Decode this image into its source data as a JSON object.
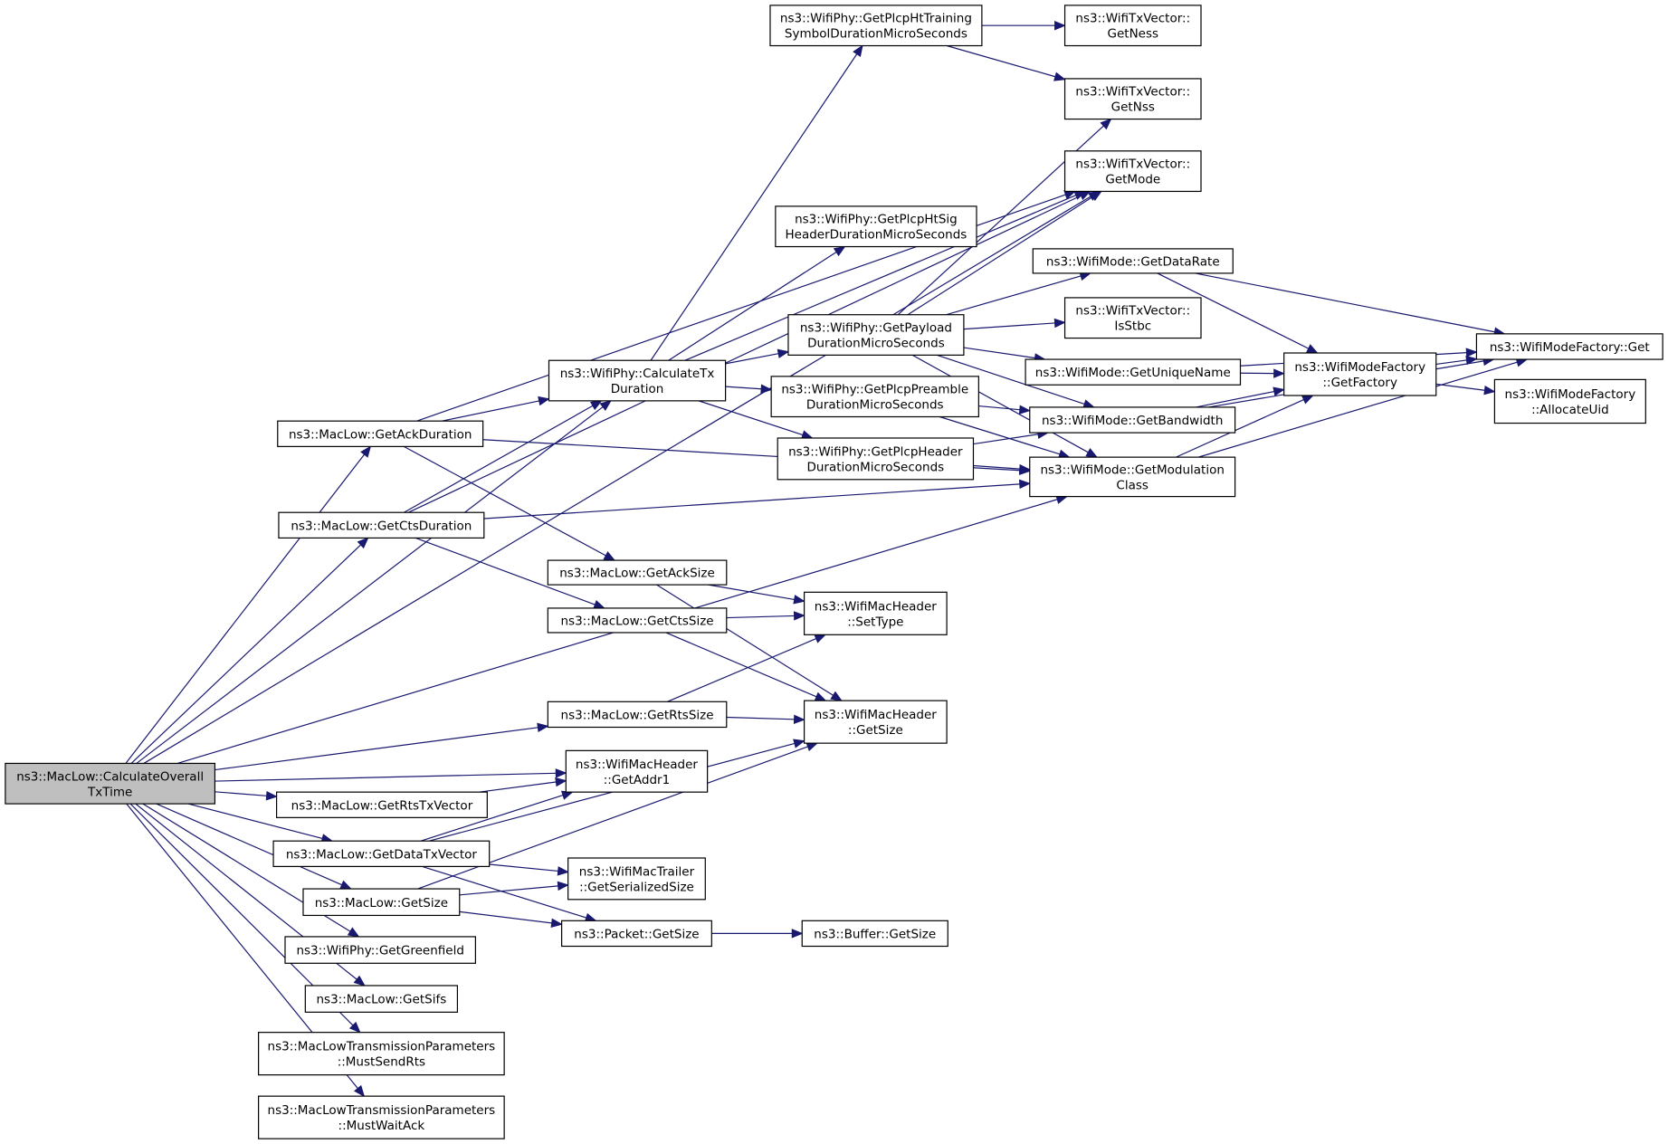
{
  "colors": {
    "edge": "#191970",
    "root_fill": "#bfbfbf",
    "node_fill": "#ffffff",
    "border": "#000000"
  },
  "nodes": [
    {
      "id": "calc_overall",
      "lines": [
        "ns3::MacLow::CalculateOverall",
        "TxTime"
      ],
      "root": true
    },
    {
      "id": "get_htts",
      "lines": [
        "ns3::WifiPhy::GetPlcpHtTraining",
        "SymbolDurationMicroSeconds"
      ]
    },
    {
      "id": "get_ness",
      "lines": [
        "ns3::WifiTxVector::",
        "GetNess"
      ]
    },
    {
      "id": "get_nss",
      "lines": [
        "ns3::WifiTxVector::",
        "GetNss"
      ]
    },
    {
      "id": "get_mode",
      "lines": [
        "ns3::WifiTxVector::",
        "GetMode"
      ]
    },
    {
      "id": "get_htsig",
      "lines": [
        "ns3::WifiPhy::GetPlcpHtSig",
        "HeaderDurationMicroSeconds"
      ]
    },
    {
      "id": "get_datarate",
      "lines": [
        "ns3::WifiMode::GetDataRate"
      ]
    },
    {
      "id": "get_payload",
      "lines": [
        "ns3::WifiPhy::GetPayload",
        "DurationMicroSeconds"
      ]
    },
    {
      "id": "is_stbc",
      "lines": [
        "ns3::WifiTxVector::",
        "IsStbc"
      ]
    },
    {
      "id": "factory_get",
      "lines": [
        "ns3::WifiModeFactory::Get"
      ]
    },
    {
      "id": "calc_txdur",
      "lines": [
        "ns3::WifiPhy::CalculateTx",
        "Duration"
      ]
    },
    {
      "id": "unique_name",
      "lines": [
        "ns3::WifiMode::GetUniqueName"
      ]
    },
    {
      "id": "get_factory",
      "lines": [
        "ns3::WifiModeFactory",
        "::GetFactory"
      ]
    },
    {
      "id": "allocate_uid",
      "lines": [
        "ns3::WifiModeFactory",
        "::AllocateUid"
      ]
    },
    {
      "id": "plcp_preamble",
      "lines": [
        "ns3::WifiPhy::GetPlcpPreamble",
        "DurationMicroSeconds"
      ]
    },
    {
      "id": "get_bandwidth",
      "lines": [
        "ns3::WifiMode::GetBandwidth"
      ]
    },
    {
      "id": "ack_duration",
      "lines": [
        "ns3::MacLow::GetAckDuration"
      ]
    },
    {
      "id": "plcp_header",
      "lines": [
        "ns3::WifiPhy::GetPlcpHeader",
        "DurationMicroSeconds"
      ]
    },
    {
      "id": "mod_class",
      "lines": [
        "ns3::WifiMode::GetModulation",
        "Class"
      ]
    },
    {
      "id": "cts_duration",
      "lines": [
        "ns3::MacLow::GetCtsDuration"
      ]
    },
    {
      "id": "ack_size",
      "lines": [
        "ns3::MacLow::GetAckSize"
      ]
    },
    {
      "id": "set_type",
      "lines": [
        "ns3::WifiMacHeader",
        "::SetType"
      ]
    },
    {
      "id": "cts_size",
      "lines": [
        "ns3::MacLow::GetCtsSize"
      ]
    },
    {
      "id": "rts_size",
      "lines": [
        "ns3::MacLow::GetRtsSize"
      ]
    },
    {
      "id": "hdr_getsize",
      "lines": [
        "ns3::WifiMacHeader",
        "::GetSize"
      ]
    },
    {
      "id": "get_addr1",
      "lines": [
        "ns3::WifiMacHeader",
        "::GetAddr1"
      ]
    },
    {
      "id": "rts_txvector",
      "lines": [
        "ns3::MacLow::GetRtsTxVector"
      ]
    },
    {
      "id": "data_txvector",
      "lines": [
        "ns3::MacLow::GetDataTxVector"
      ]
    },
    {
      "id": "trailer_size",
      "lines": [
        "ns3::WifiMacTrailer",
        "::GetSerializedSize"
      ]
    },
    {
      "id": "maclow_getsize",
      "lines": [
        "ns3::MacLow::GetSize"
      ]
    },
    {
      "id": "packet_getsize",
      "lines": [
        "ns3::Packet::GetSize"
      ]
    },
    {
      "id": "buffer_getsize",
      "lines": [
        "ns3::Buffer::GetSize"
      ]
    },
    {
      "id": "greenfield",
      "lines": [
        "ns3::WifiPhy::GetGreenfield"
      ]
    },
    {
      "id": "get_sifs",
      "lines": [
        "ns3::MacLow::GetSifs"
      ]
    },
    {
      "id": "must_send_rts",
      "lines": [
        "ns3::MacLowTransmissionParameters",
        "::MustSendRts"
      ]
    },
    {
      "id": "must_wait_ack",
      "lines": [
        "ns3::MacLowTransmissionParameters",
        "::MustWaitAck"
      ]
    }
  ],
  "edges": [
    [
      "calc_overall",
      "get_mode"
    ],
    [
      "calc_overall",
      "calc_txdur"
    ],
    [
      "calc_overall",
      "ack_duration"
    ],
    [
      "calc_overall",
      "cts_duration"
    ],
    [
      "calc_overall",
      "mod_class"
    ],
    [
      "calc_overall",
      "rts_size"
    ],
    [
      "calc_overall",
      "get_addr1"
    ],
    [
      "calc_overall",
      "rts_txvector"
    ],
    [
      "calc_overall",
      "data_txvector"
    ],
    [
      "calc_overall",
      "maclow_getsize"
    ],
    [
      "calc_overall",
      "greenfield"
    ],
    [
      "calc_overall",
      "get_sifs"
    ],
    [
      "calc_overall",
      "must_send_rts"
    ],
    [
      "calc_overall",
      "must_wait_ack"
    ],
    [
      "get_htts",
      "get_ness"
    ],
    [
      "get_htts",
      "get_nss"
    ],
    [
      "calc_txdur",
      "get_htts"
    ],
    [
      "calc_txdur",
      "get_mode"
    ],
    [
      "calc_txdur",
      "get_htsig"
    ],
    [
      "calc_txdur",
      "get_payload"
    ],
    [
      "calc_txdur",
      "plcp_preamble"
    ],
    [
      "calc_txdur",
      "plcp_header"
    ],
    [
      "get_payload",
      "get_nss"
    ],
    [
      "get_payload",
      "get_mode"
    ],
    [
      "get_payload",
      "get_datarate"
    ],
    [
      "get_payload",
      "is_stbc"
    ],
    [
      "get_payload",
      "unique_name"
    ],
    [
      "get_payload",
      "get_bandwidth"
    ],
    [
      "get_payload",
      "mod_class"
    ],
    [
      "get_datarate",
      "factory_get"
    ],
    [
      "get_datarate",
      "get_factory"
    ],
    [
      "unique_name",
      "factory_get"
    ],
    [
      "unique_name",
      "get_factory"
    ],
    [
      "get_factory",
      "factory_get"
    ],
    [
      "get_factory",
      "allocate_uid"
    ],
    [
      "get_bandwidth",
      "get_factory"
    ],
    [
      "get_bandwidth",
      "factory_get"
    ],
    [
      "mod_class",
      "get_factory"
    ],
    [
      "mod_class",
      "factory_get"
    ],
    [
      "plcp_preamble",
      "get_bandwidth"
    ],
    [
      "plcp_preamble",
      "mod_class"
    ],
    [
      "plcp_header",
      "get_bandwidth"
    ],
    [
      "plcp_header",
      "mod_class"
    ],
    [
      "ack_duration",
      "get_mode"
    ],
    [
      "ack_duration",
      "calc_txdur"
    ],
    [
      "ack_duration",
      "mod_class"
    ],
    [
      "ack_duration",
      "ack_size"
    ],
    [
      "cts_duration",
      "calc_txdur"
    ],
    [
      "cts_duration",
      "get_mode"
    ],
    [
      "cts_duration",
      "mod_class"
    ],
    [
      "cts_duration",
      "cts_size"
    ],
    [
      "ack_size",
      "set_type"
    ],
    [
      "ack_size",
      "hdr_getsize"
    ],
    [
      "cts_size",
      "set_type"
    ],
    [
      "cts_size",
      "hdr_getsize"
    ],
    [
      "rts_size",
      "set_type"
    ],
    [
      "rts_size",
      "hdr_getsize"
    ],
    [
      "rts_txvector",
      "get_addr1"
    ],
    [
      "data_txvector",
      "get_addr1"
    ],
    [
      "data_txvector",
      "hdr_getsize"
    ],
    [
      "data_txvector",
      "trailer_size"
    ],
    [
      "data_txvector",
      "packet_getsize"
    ],
    [
      "maclow_getsize",
      "trailer_size"
    ],
    [
      "maclow_getsize",
      "packet_getsize"
    ],
    [
      "maclow_getsize",
      "hdr_getsize"
    ],
    [
      "packet_getsize",
      "buffer_getsize"
    ]
  ]
}
